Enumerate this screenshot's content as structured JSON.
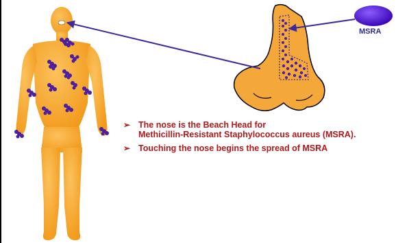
{
  "slide": {
    "msra_label": "MSRA",
    "bullets": [
      {
        "marker": "➢",
        "line1": "The nose is the Beach Head for",
        "line2": "Methicillin-Resistant Staphylococcus aureus (MSRA)."
      },
      {
        "marker": "➢",
        "line1": "Touching the nose begins the spread of MSRA",
        "line2": ""
      }
    ]
  },
  "colors": {
    "body_orange": "#f7a62c",
    "nose_orange": "#f5a83a",
    "bacteria_purple": "#4a1fa0",
    "arrow_purple": "#3d2a9c",
    "msra_oval": "#4a10d0",
    "text_red": "#b0181c"
  },
  "icons": {
    "msra": "purple-oval-icon",
    "arrow": "arrow-icon",
    "bacteria": "bacteria-cluster-icon"
  }
}
